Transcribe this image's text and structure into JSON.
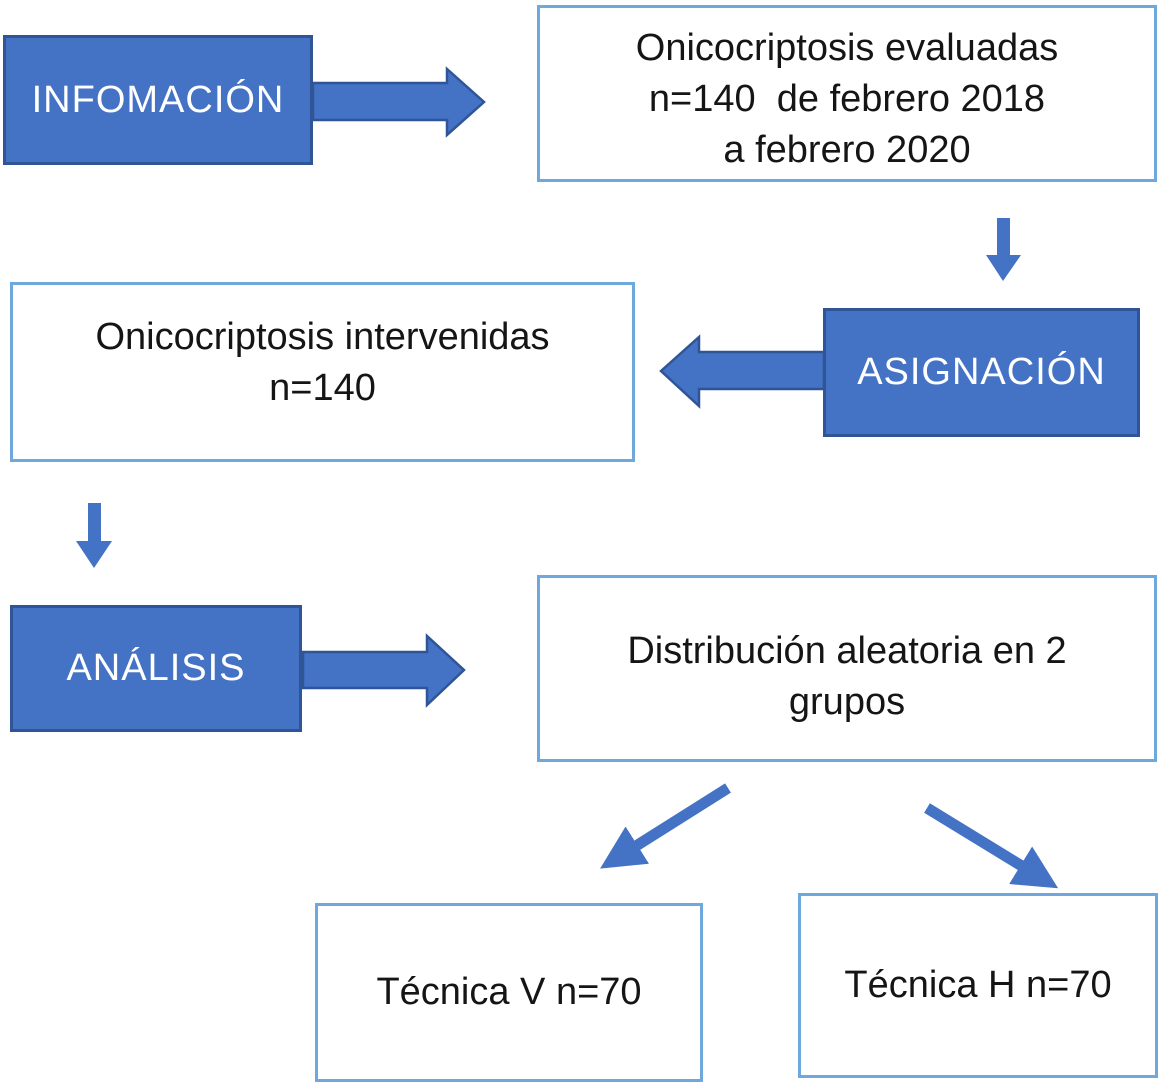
{
  "colors": {
    "accent_fill": "#4472C4",
    "accent_border": "#2F5597",
    "light_border": "#6FA8DC",
    "text_dark": "#151515",
    "text_light": "#FFFFFF"
  },
  "boxes": {
    "infomacion": {
      "label": "INFOMACIÓN"
    },
    "evaluadas": {
      "line1": "Onicocriptosis evaluadas",
      "line2": "n=140  de febrero 2018",
      "line3": "a febrero 2020"
    },
    "asignacion": {
      "label": "ASIGNACIÓN"
    },
    "intervenidas": {
      "line1": "Onicocriptosis intervenidas",
      "line2": "n=140"
    },
    "analisis": {
      "label": "ANÁLISIS"
    },
    "distribucion": {
      "line1": "Distribución aleatoria en 2",
      "line2": "grupos"
    },
    "tecnica_v": {
      "label": "Técnica V n=70"
    },
    "tecnica_h": {
      "label": "Técnica H n=70"
    }
  }
}
